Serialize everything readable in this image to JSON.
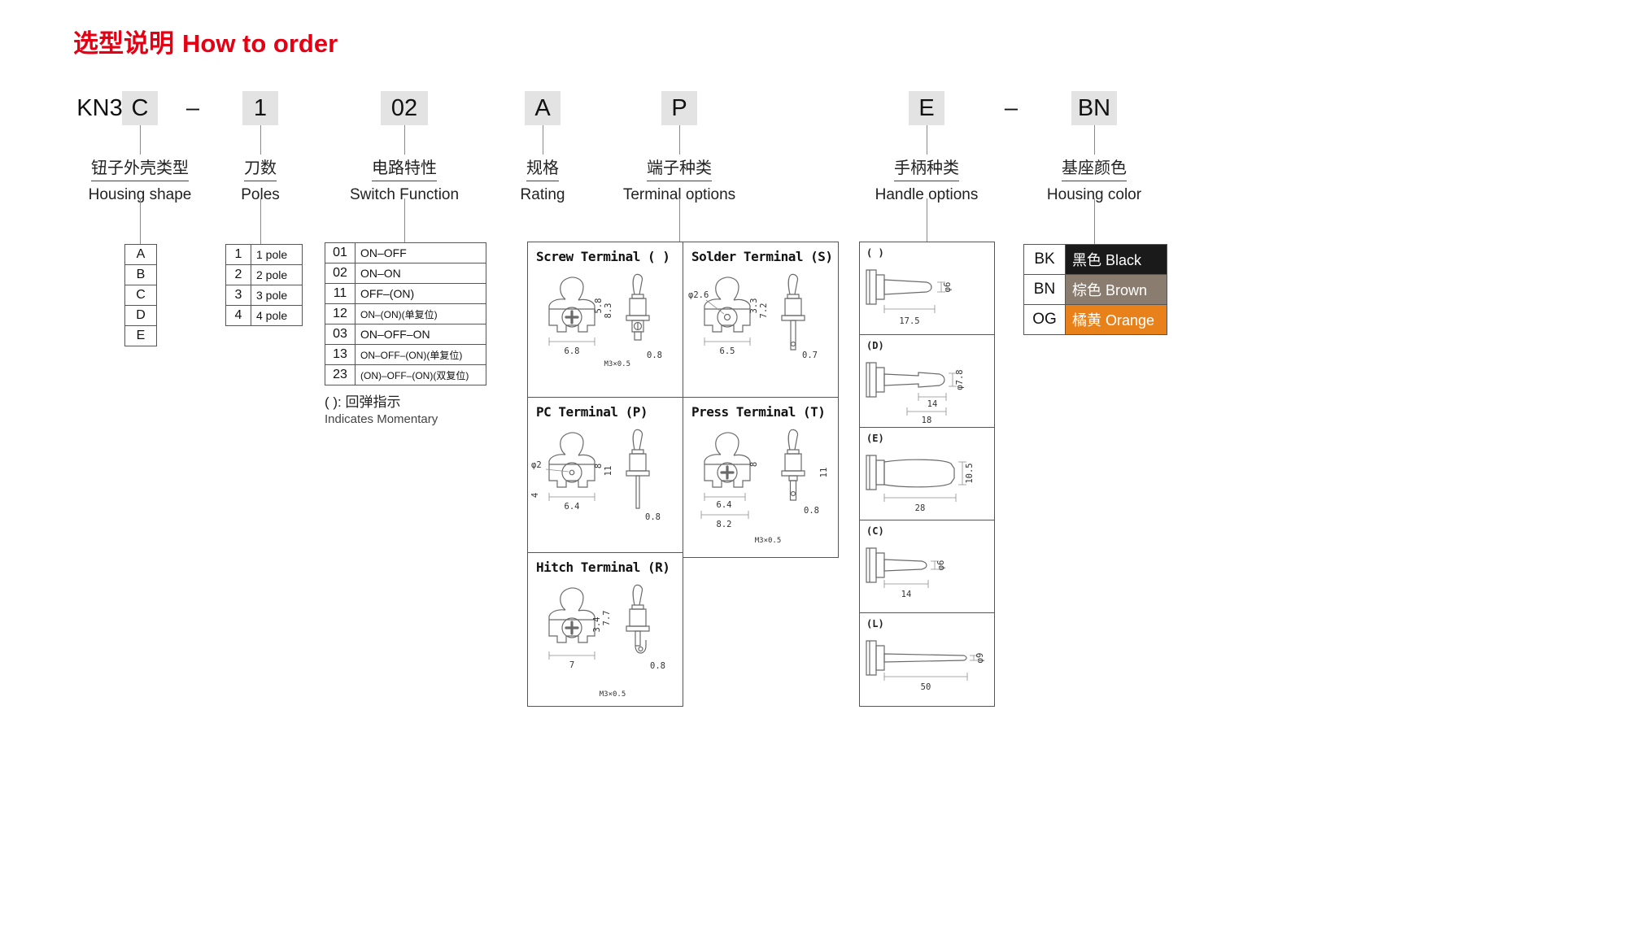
{
  "page": {
    "title_zh": "选型说明",
    "title_en": "How to order"
  },
  "colors": {
    "accent_red": "#e60013",
    "code_box_gray": "#e3e3e3",
    "table_line": "#555555"
  },
  "code": {
    "prefix": "KN3",
    "dash": "–",
    "housing": "C",
    "poles": "1",
    "function": "02",
    "rating": "A",
    "terminal": "P",
    "handle": "E",
    "color": "BN"
  },
  "housing": {
    "label_zh": "钮子外壳类型",
    "label_en": "Housing shape",
    "options": [
      "A",
      "B",
      "C",
      "D",
      "E"
    ]
  },
  "poles": {
    "label_zh": "刀数",
    "label_en": "Poles",
    "options": [
      {
        "code": "1",
        "desc": "1 pole"
      },
      {
        "code": "2",
        "desc": "2 pole"
      },
      {
        "code": "3",
        "desc": "3 pole"
      },
      {
        "code": "4",
        "desc": "4 pole"
      }
    ]
  },
  "function": {
    "label_zh": "电路特性",
    "label_en": "Switch Function",
    "options": [
      {
        "code": "01",
        "desc": "ON–OFF"
      },
      {
        "code": "02",
        "desc": "ON–ON"
      },
      {
        "code": "11",
        "desc": "OFF–(ON)"
      },
      {
        "code": "12",
        "desc": "ON–(ON)(单复位)"
      },
      {
        "code": "03",
        "desc": "ON–OFF–ON"
      },
      {
        "code": "13",
        "desc": "ON–OFF–(ON)(单复位)"
      },
      {
        "code": "23",
        "desc": "(ON)–OFF–(ON)(双复位)"
      }
    ],
    "note_zh": "( ): 回弹指示",
    "note_en": "Indicates Momentary"
  },
  "rating": {
    "label_zh": "规格",
    "label_en": "Rating"
  },
  "terminal": {
    "label_zh": "端子种类",
    "label_en": "Terminal options",
    "cells": [
      {
        "title": "Screw Terminal ( )",
        "dims": [
          "5.8",
          "8.3",
          "6.8",
          "M3×0.5",
          "0.8"
        ]
      },
      {
        "title": "Solder Terminal (S)",
        "dims": [
          "φ2.6",
          "3.3",
          "7.2",
          "6.5",
          "0.7"
        ]
      },
      {
        "title": "PC Terminal (P)",
        "dims": [
          "φ2",
          "4",
          "8",
          "11",
          "6.4",
          "0.8"
        ]
      },
      {
        "title": "Press Terminal (T)",
        "dims": [
          "6.4",
          "8.2",
          "8",
          "M3×0.5",
          "11",
          "0.8"
        ]
      },
      {
        "title": "Hitch Terminal (R)",
        "dims": [
          "7",
          "M3×0.5",
          "3.4",
          "7.7",
          "0.8"
        ]
      }
    ]
  },
  "handle": {
    "label_zh": "手柄种类",
    "label_en": "Handle options",
    "cells": [
      {
        "label": "( )",
        "dims": [
          "17.5",
          "φ6"
        ]
      },
      {
        "label": "(D)",
        "dims": [
          "14",
          "18",
          "φ7.8"
        ]
      },
      {
        "label": "(E)",
        "dims": [
          "28",
          "10.5"
        ]
      },
      {
        "label": "(C)",
        "dims": [
          "14",
          "φ6"
        ]
      },
      {
        "label": "(L)",
        "dims": [
          "50",
          "φ9"
        ]
      }
    ]
  },
  "housing_color": {
    "label_zh": "基座颜色",
    "label_en": "Housing color",
    "options": [
      {
        "code": "BK",
        "name": "黑色 Black",
        "swatch": "#1a1a1a"
      },
      {
        "code": "BN",
        "name": "棕色 Brown",
        "swatch": "#8a7d70"
      },
      {
        "code": "OG",
        "name": "橘黄 Orange",
        "swatch": "#e8811a"
      }
    ]
  }
}
